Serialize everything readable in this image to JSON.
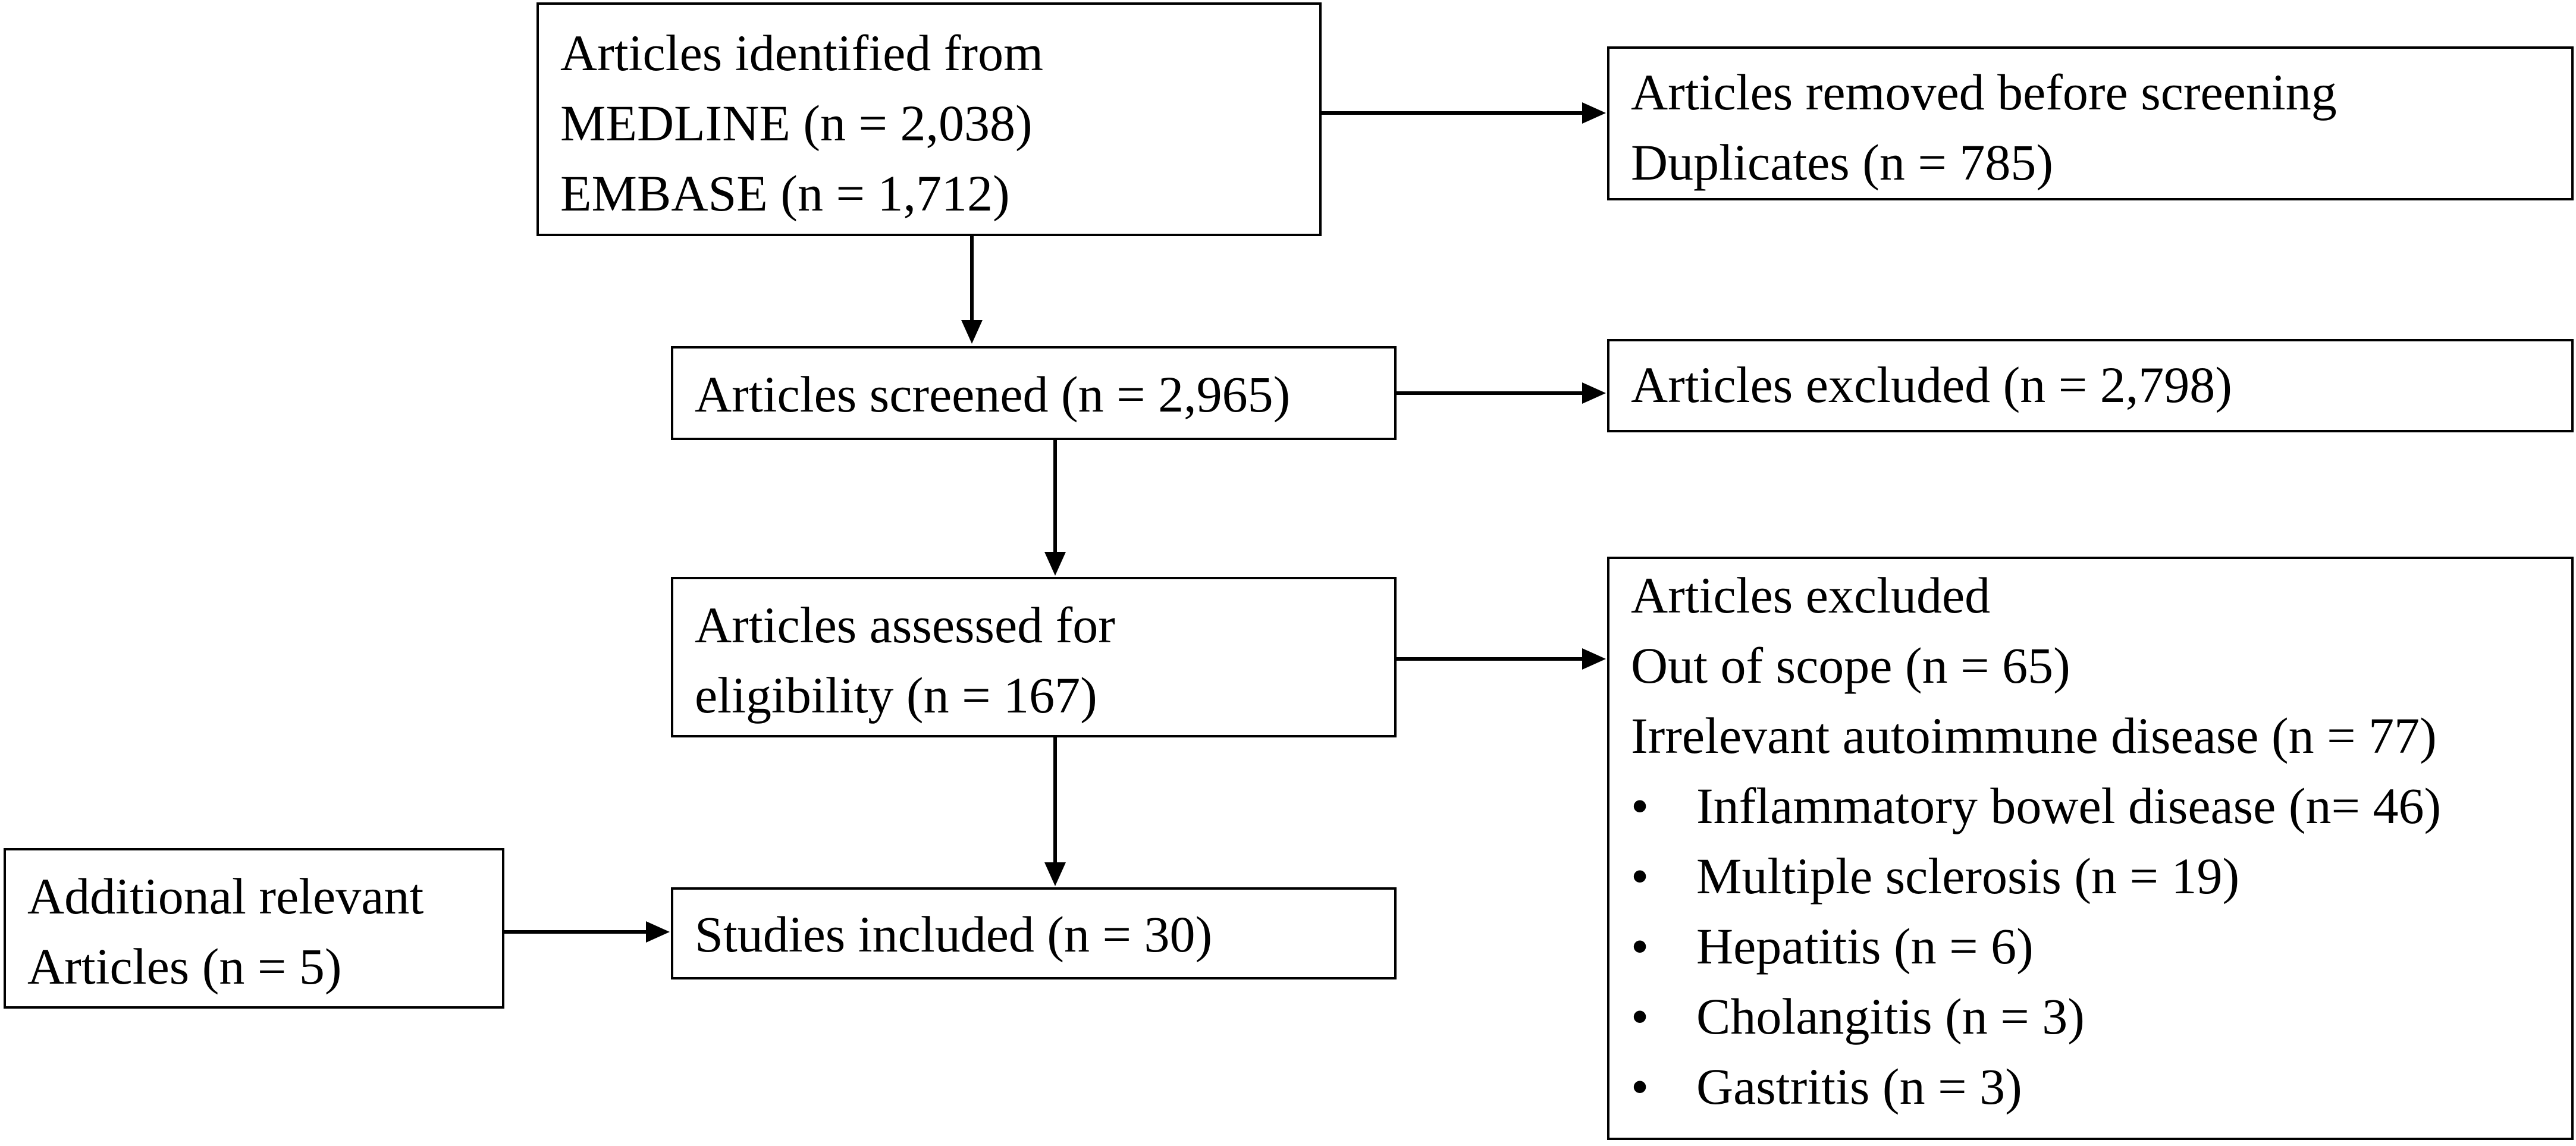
{
  "boxes": {
    "identified": {
      "lines": [
        "Articles identified from",
        "MEDLINE (n = 2,038)",
        "EMBASE (n = 1,712)"
      ]
    },
    "removed": {
      "lines": [
        "Articles removed before screening",
        "Duplicates (n = 785)"
      ]
    },
    "screened": {
      "lines": [
        "Articles screened (n = 2,965)"
      ]
    },
    "excluded_screening": {
      "lines": [
        "Articles excluded (n = 2,798)"
      ]
    },
    "assessed": {
      "lines": [
        "Articles assessed for",
        "eligibility (n = 167)"
      ]
    },
    "excluded_eligibility": {
      "lines": [
        "Articles excluded",
        "Out of scope (n = 65)",
        "Irrelevant autoimmune disease (n = 77)"
      ],
      "bullet_symbol": "•",
      "bullets": [
        "Inflammatory bowel disease (n= 46)",
        "Multiple sclerosis (n = 19)",
        "Hepatitis (n = 6)",
        "Cholangitis (n = 3)",
        "Gastritis (n = 3)"
      ]
    },
    "additional": {
      "lines": [
        "Additional relevant",
        "Articles (n = 5)"
      ]
    },
    "included": {
      "lines": [
        "Studies included (n = 30)"
      ]
    }
  },
  "colors": {
    "stroke": "#000000",
    "background": "#ffffff"
  }
}
